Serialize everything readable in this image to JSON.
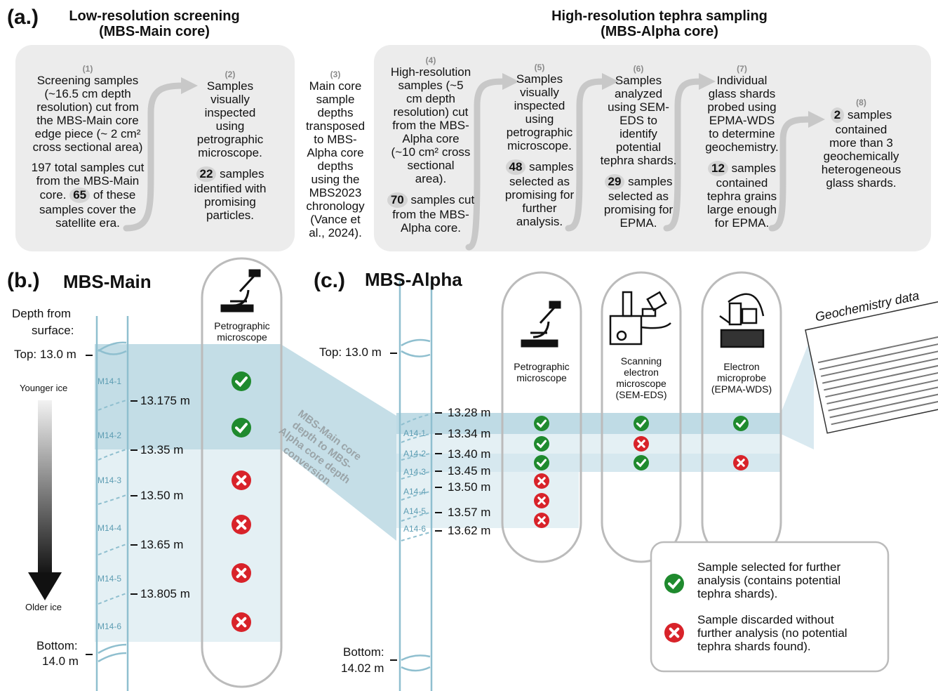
{
  "panel_a": {
    "letter": "(a.)",
    "left_heading": [
      "Low-resolution screening",
      "(MBS-Main core)"
    ],
    "right_heading": [
      "High-resolution tephra sampling",
      "(MBS-Alpha core)"
    ],
    "steps": [
      {
        "num": "1",
        "lines": [
          "Screening samples",
          "(~16.5 cm depth",
          "resolution) cut from",
          "the MBS-Main core",
          "edge piece (~ 2 cm²",
          "cross sectional area)"
        ],
        "lines2": [
          "197 total samples cut",
          "from the MBS-Main",
          "core.",
          "65",
          "of these",
          "samples cover the",
          "satellite era."
        ]
      },
      {
        "num": "2",
        "lines": [
          "Samples",
          "visually",
          "inspected",
          "using",
          "petrographic",
          "microscope."
        ],
        "count": "22",
        "lines2": [
          "samples",
          "identified with",
          "promising",
          "particles."
        ]
      },
      {
        "num": "3",
        "lines": [
          "Main core",
          "sample",
          "depths",
          "transposed",
          "to MBS-",
          "Alpha core",
          "depths",
          "using the",
          "MBS2023",
          "chronology",
          "(Vance et",
          "al., 2024)."
        ]
      },
      {
        "num": "4",
        "lines": [
          "High-resolution",
          "samples (~5",
          "cm depth",
          "resolution) cut",
          "from the MBS-",
          "Alpha core",
          "(~10 cm² cross",
          "sectional",
          "area)."
        ],
        "count": "70",
        "lines2": [
          "samples cut",
          "from the MBS-",
          "Alpha core."
        ]
      },
      {
        "num": "5",
        "lines": [
          "Samples",
          "visually",
          "inspected",
          "using",
          "petrographic",
          "microscope."
        ],
        "count": "48",
        "lines2": [
          "samples",
          "selected as",
          "promising for",
          "further",
          "analysis."
        ]
      },
      {
        "num": "6",
        "lines": [
          "Samples",
          "analyzed",
          "using SEM-",
          "EDS to",
          "identify",
          "potential",
          "tephra shards."
        ],
        "count": "29",
        "lines2": [
          "samples",
          "selected as",
          "promising for",
          "EPMA."
        ]
      },
      {
        "num": "7",
        "lines": [
          "Individual",
          "glass shards",
          "probed using",
          "EPMA-WDS",
          "to determine",
          "geochemistry."
        ],
        "count": "12",
        "lines2": [
          "samples",
          "contained",
          "tephra grains",
          "large enough",
          "for EPMA."
        ]
      },
      {
        "num": "8",
        "count": "2",
        "lines": [
          "samples",
          "contained",
          "more than 3",
          "geochemically",
          "heterogeneous",
          "glass shards."
        ]
      }
    ]
  },
  "panel_b": {
    "letter": "(b.)",
    "title": "MBS-Main",
    "depth_label": [
      "Depth from",
      "surface:"
    ],
    "top_label": "Top: 13.0 m",
    "bottom_label": [
      "Bottom:",
      "14.0 m"
    ],
    "younger": "Younger ice",
    "older": "Older ice",
    "depths": [
      "13.175 m",
      "13.35 m",
      "13.50 m",
      "13.65 m",
      "13.805 m"
    ],
    "segments": [
      "M14-1",
      "M14-2",
      "M14-3",
      "M14-4",
      "M14-5",
      "M14-6"
    ],
    "instrument": [
      "Petrographic",
      "microscope"
    ],
    "results": [
      "check",
      "check",
      "cross",
      "cross",
      "cross",
      "cross"
    ]
  },
  "conversion_label": [
    "MBS-Main core",
    "depth to MBS-",
    "Alpha core depth",
    "conversion"
  ],
  "panel_c": {
    "letter": "(c.)",
    "title": "MBS-Alpha",
    "top_label": "Top: 13.0 m",
    "bottom_label": [
      "Bottom:",
      "14.02 m"
    ],
    "depths": [
      "13.28 m",
      "13.34 m",
      "13.40 m",
      "13.45 m",
      "13.50 m",
      "13.57 m",
      "13.62 m"
    ],
    "segments": [
      "A14-1",
      "A14-2",
      "A14-3",
      "A14-4",
      "A14-5",
      "A14-6"
    ],
    "instruments": [
      {
        "name": [
          "Petrographic",
          "microscope"
        ],
        "icon": "microscope-icon",
        "results": [
          "check",
          "check",
          "check",
          "cross",
          "cross",
          "cross"
        ]
      },
      {
        "name": [
          "Scanning",
          "electron",
          "microscope",
          "(SEM-EDS)"
        ],
        "icon": "sem-icon",
        "results": [
          "check",
          "cross",
          "check",
          "",
          "",
          ""
        ]
      },
      {
        "name": [
          "Electron",
          "microprobe",
          "(EPMA-WDS)"
        ],
        "icon": "microprobe-icon",
        "results": [
          "check",
          "",
          "cross",
          "",
          "",
          ""
        ]
      }
    ],
    "geochem_title": "Geochemistry data"
  },
  "legend": {
    "check": [
      "Sample selected for further",
      "analysis (contains potential",
      "tephra shards)."
    ],
    "cross": [
      "Sample discarded without",
      "further analysis (no potential",
      "tephra shards found)."
    ]
  },
  "colors": {
    "check": "#1f8a2e",
    "cross": "#d8232a",
    "core": "#8fbfcf",
    "band": "#cfe4ec",
    "box": "#ececec"
  }
}
